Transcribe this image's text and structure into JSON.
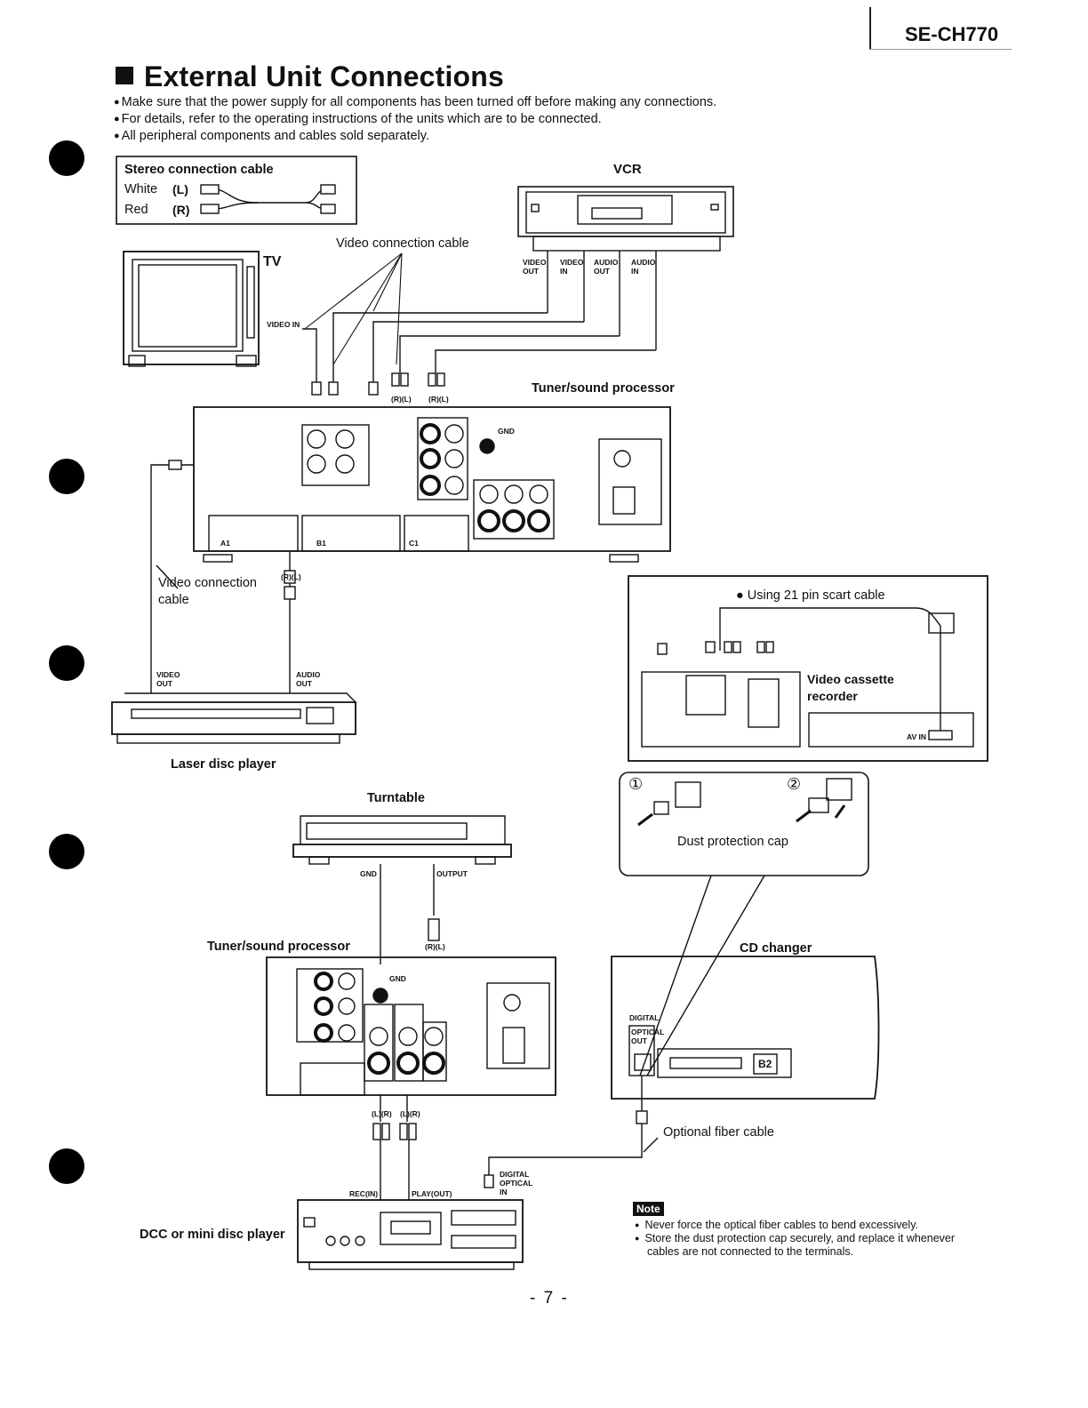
{
  "header": {
    "model": "SE-CH770",
    "title": "External Unit Connections",
    "bullets": [
      "Make sure that the power supply for all components has been turned off before making any connections.",
      "For details, refer to the operating instructions of the units which are to be connected.",
      "All peripheral components and cables sold separately."
    ]
  },
  "stereo_cable": {
    "title": "Stereo connection cable",
    "white": "White",
    "white_ch": "(L)",
    "red": "Red",
    "red_ch": "(R)"
  },
  "labels": {
    "vcr": "VCR",
    "tv": "TV",
    "video_connection_cable": "Video connection cable",
    "video_connection_cable_2a": "Video connection",
    "video_connection_cable_2b": "cable",
    "tuner_sound_processor": "Tuner/sound processor",
    "tuner_sound_processor_2": "Tuner/sound processor",
    "laser_disc_player": "Laser disc player",
    "turntable": "Turntable",
    "cd_changer": "CD changer",
    "dcc_or_mini_disc": "DCC or mini disc player",
    "optional_fiber_cable": "Optional fiber cable",
    "dust_protection_cap": "Dust protection cap",
    "using_scart": "Using 21 pin scart cable",
    "vcr_recorder_1": "Video cassette",
    "vcr_recorder_2": "recorder",
    "step1": "①",
    "step2": "②"
  },
  "ports": {
    "vcr_video_out": "VIDEO OUT",
    "vcr_video_in": "VIDEO IN",
    "vcr_audio_out": "AUDIO OUT",
    "vcr_audio_in": "AUDIO IN",
    "tv_video_in": "VIDEO IN",
    "ld_video_out": "VIDEO OUT",
    "ld_audio_out": "AUDIO OUT",
    "tt_gnd": "GND",
    "tt_output": "OUTPUT",
    "dcc_rec": "REC(IN)",
    "dcc_play": "PLAY(OUT)",
    "digital_optical_in": "DIGITAL OPTICAL IN",
    "cd_digital": "DIGITAL",
    "cd_optical_out": "OPTICAL OUT",
    "cd_b2": "B2",
    "rl": "(R)(L)",
    "lr": "(L)(R)",
    "gnd": "GND",
    "av_in": "AV IN",
    "unit_a1": "A1",
    "unit_b1": "B1",
    "unit_c1": "C1"
  },
  "note": {
    "tag": "Note",
    "items": [
      "Never force the optical fiber cables to bend excessively.",
      "Store the dust protection cap securely, and replace it whenever"
    ],
    "continuation": "cables are not connected to the terminals."
  },
  "page_number": "- 7 -"
}
